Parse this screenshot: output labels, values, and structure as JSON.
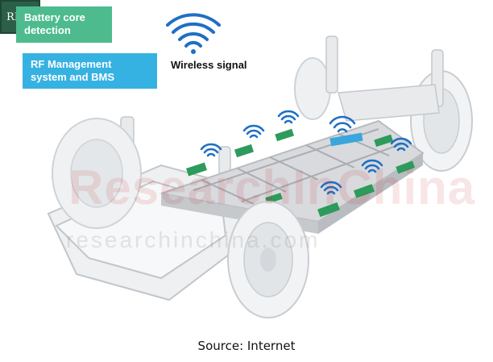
{
  "labels": {
    "battery_core_detection": "Battery core detection",
    "rfic": "RFIC",
    "rf_management": "RF Management system and BMS",
    "wireless_signal": "Wireless signal"
  },
  "watermark": {
    "main": "ResearchInChina",
    "url": "researchinchina.com"
  },
  "source": "Source: Internet",
  "colors": {
    "battery_box": "#4dbb8e",
    "rfic_chip": "#2b5f48",
    "rf_box": "#36b2e2",
    "signal": "#1f6fc4",
    "module_green": "#2e9a5c",
    "module_blue": "#3aa6dc"
  },
  "icons": [
    "wifi-signal-icon"
  ]
}
